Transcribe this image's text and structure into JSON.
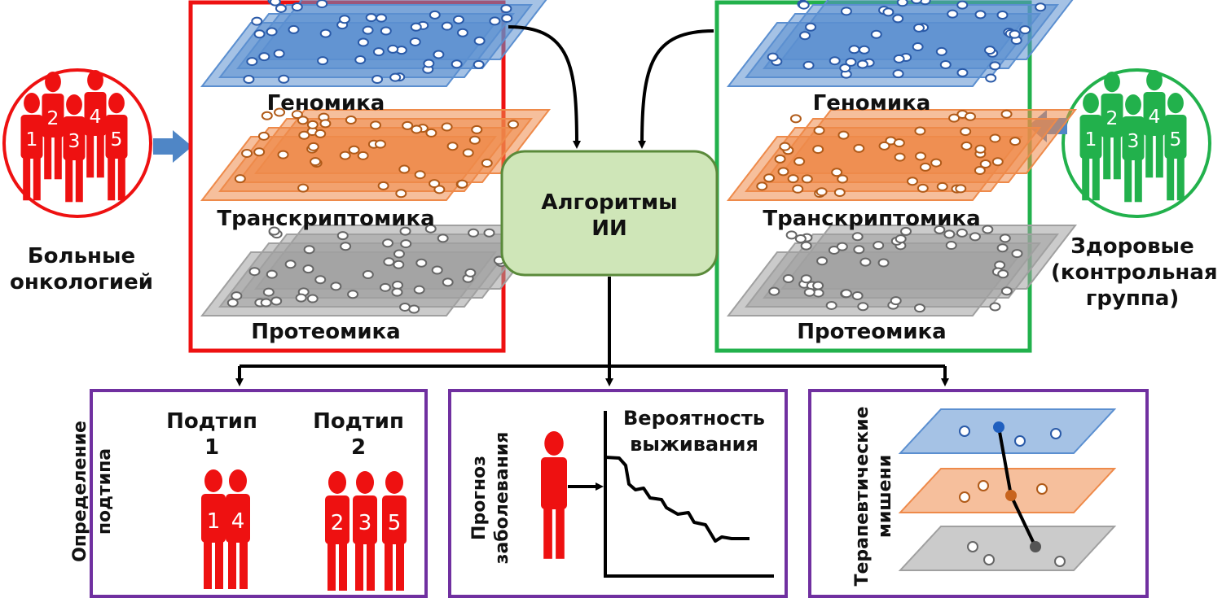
{
  "patients": {
    "sick_label_line1": "Больные",
    "sick_label_line2": "онкологией",
    "healthy_label_line1": "Здоровые",
    "healthy_label_line2": "(контрольная",
    "healthy_label_line3": "группа)",
    "numbers": [
      "1",
      "2",
      "3",
      "4",
      "5"
    ],
    "sick_color": "#ee1111",
    "healthy_color": "#22b14c"
  },
  "omics": {
    "genomics": "Геномика",
    "transcriptomics": "Транскриптомика",
    "proteomics": "Протеомика",
    "genomics_color": "#5b8fd0",
    "transcriptomics_color": "#ee8a4a",
    "proteomics_color": "#a0a0a0"
  },
  "center": {
    "line1": "Алгоритмы",
    "line2": "ИИ",
    "fill": "#cfe6b8",
    "border": "#5a8a3a"
  },
  "outputs": {
    "subtype": {
      "title_line1": "Определение",
      "title_line2": "подтипа",
      "subtype1_line1": "Подтип",
      "subtype1_line2": "1",
      "subtype2_line1": "Подтип",
      "subtype2_line2": "2",
      "group1_numbers": [
        "1",
        "4"
      ],
      "group2_numbers": [
        "2",
        "3",
        "5"
      ]
    },
    "prognosis": {
      "title_line1": "Прогноз",
      "title_line2": "заболевания",
      "curve_label_line1": "Вероятность",
      "curve_label_line2": "выживания"
    },
    "targets": {
      "title_line1": "Терапевтические",
      "title_line2": "мишени"
    },
    "box_border": "#7030a0"
  }
}
